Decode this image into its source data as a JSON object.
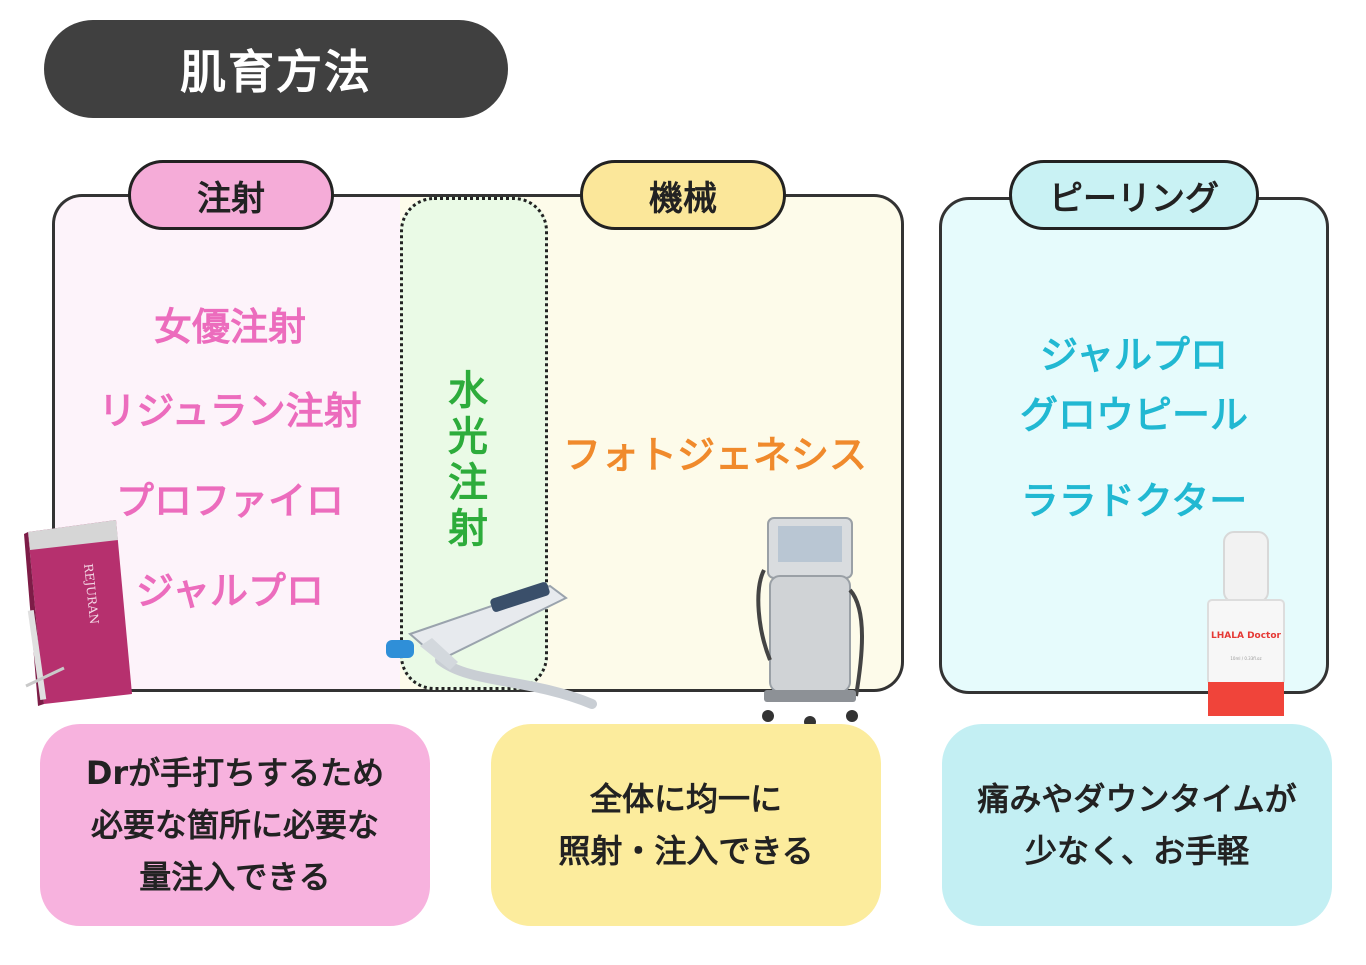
{
  "title": "肌育方法",
  "categories": {
    "injection": {
      "label": "注射",
      "items": [
        "女優注射",
        "リジュラン注射",
        "プロファイロ",
        "ジャルプロ"
      ],
      "product_label": "REJURAN",
      "description_lines": [
        "Drが手打ちするため",
        "必要な箇所に必要な",
        "量注入できる"
      ]
    },
    "overlap": {
      "chars": [
        "水",
        "光",
        "注",
        "射"
      ]
    },
    "machine": {
      "label": "機械",
      "items": [
        "フォトジェネシス"
      ],
      "description_lines": [
        "全体に均一に",
        "照射・注入できる"
      ]
    },
    "peeling": {
      "label": "ピーリング",
      "items": [
        "ジャルプロ",
        "グロウピール",
        "ララドクター"
      ],
      "product_label": "LHALA Doctor",
      "product_sub": "10ml / 0.33fl.oz",
      "description_lines": [
        "痛みやダウンタイムが",
        "少なく、お手軽"
      ]
    }
  },
  "colors": {
    "injection": "#f5acd8",
    "machine": "#fbe79a",
    "peeling": "#c9f2f4",
    "injection_text": "#ec6cbd",
    "machine_text": "#f08a2c",
    "peeling_text": "#21b8d2",
    "overlap_text": "#2dac3b"
  }
}
